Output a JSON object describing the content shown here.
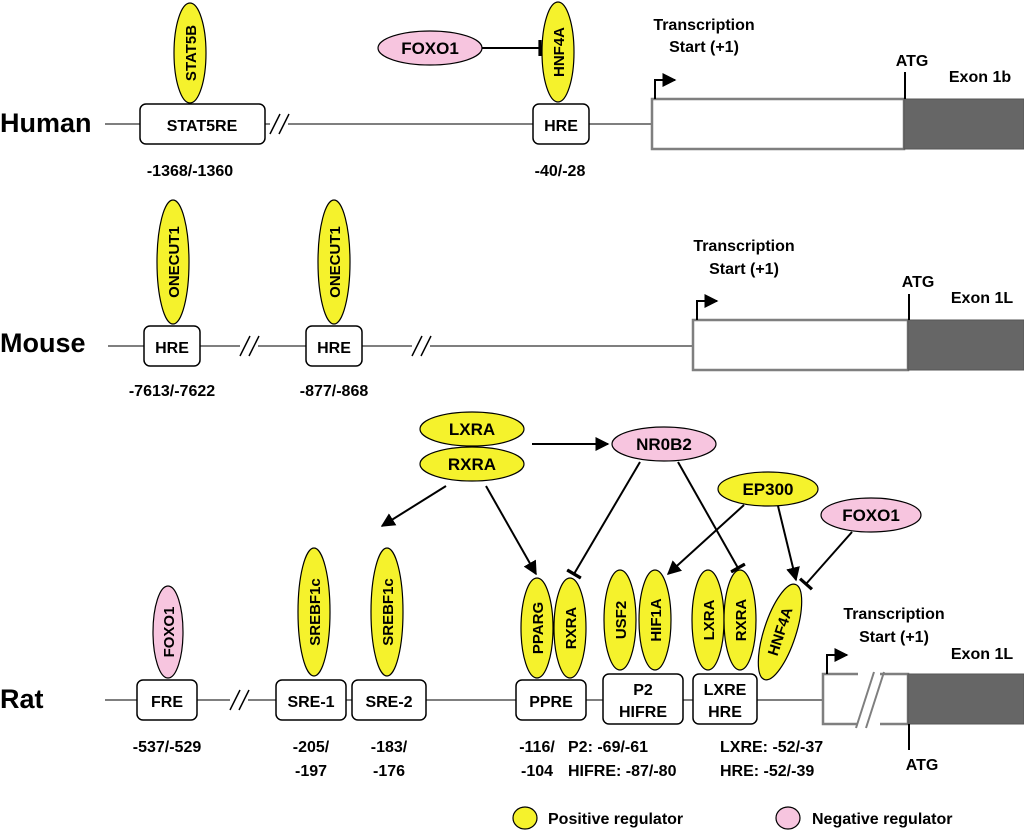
{
  "species": {
    "human": "Human",
    "mouse": "Mouse",
    "rat": "Rat"
  },
  "human": {
    "elements": {
      "stat5re": "STAT5RE",
      "hre": "HRE"
    },
    "factors": {
      "stat5b": "STAT5B",
      "hnf4a": "HNF4A",
      "foxo1": "FOXO1"
    },
    "positions": {
      "stat5re": "-1368/-1360",
      "hre": "-40/-28"
    },
    "tss": [
      "Transcription",
      "Start (+1)"
    ],
    "atg": "ATG",
    "exon": "Exon 1b"
  },
  "mouse": {
    "elements": {
      "hre1": "HRE",
      "hre2": "HRE"
    },
    "factors": {
      "onecut1_a": "ONECUT1",
      "onecut1_b": "ONECUT1"
    },
    "positions": {
      "hre1": "-7613/-7622",
      "hre2": "-877/-868"
    },
    "tss": [
      "Transcription",
      "Start (+1)"
    ],
    "atg": "ATG",
    "exon": "Exon 1L"
  },
  "rat": {
    "elements": {
      "fre": "FRE",
      "sre1": "SRE-1",
      "sre2": "SRE-2",
      "ppre": "PPRE",
      "p2_hifre": [
        "P2",
        "HIFRE"
      ],
      "lxre_hre": [
        "LXRE",
        "HRE"
      ]
    },
    "factors": {
      "foxo1_fre": "FOXO1",
      "srebf1c_a": "SREBF1c",
      "srebf1c_b": "SREBF1c",
      "pparg": "PPARG",
      "rxra_ppre": "RXRA",
      "usf2": "USF2",
      "hif1a": "HIF1A",
      "lxra_lxre": "LXRA",
      "rxra_lxre": "RXRA",
      "hnf4a": "HNF4A",
      "lxra_top": "LXRA",
      "rxra_top": "RXRA",
      "nr0b2": "NR0B2",
      "ep300": "EP300",
      "foxo1_top": "FOXO1"
    },
    "positions": {
      "fre": "-537/-529",
      "sre1": [
        "-205/",
        "-197"
      ],
      "sre2": [
        "-183/",
        "-176"
      ],
      "ppre": [
        "-116/",
        "-104"
      ],
      "p2_hifre": [
        "P2: -69/-61",
        "HIFRE: -87/-80"
      ],
      "lxre_hre": [
        "LXRE: -52/-37",
        "HRE: -52/-39"
      ]
    },
    "tss": [
      "Transcription",
      "Start (+1)"
    ],
    "atg": "ATG",
    "exon": "Exon 1L"
  },
  "legend": {
    "positive": "Positive regulator",
    "negative": "Negative regulator"
  },
  "colors": {
    "positive": "#f5f22c",
    "negative": "#f7c5df",
    "exon": "#666666",
    "line": "#7f7f7f"
  }
}
